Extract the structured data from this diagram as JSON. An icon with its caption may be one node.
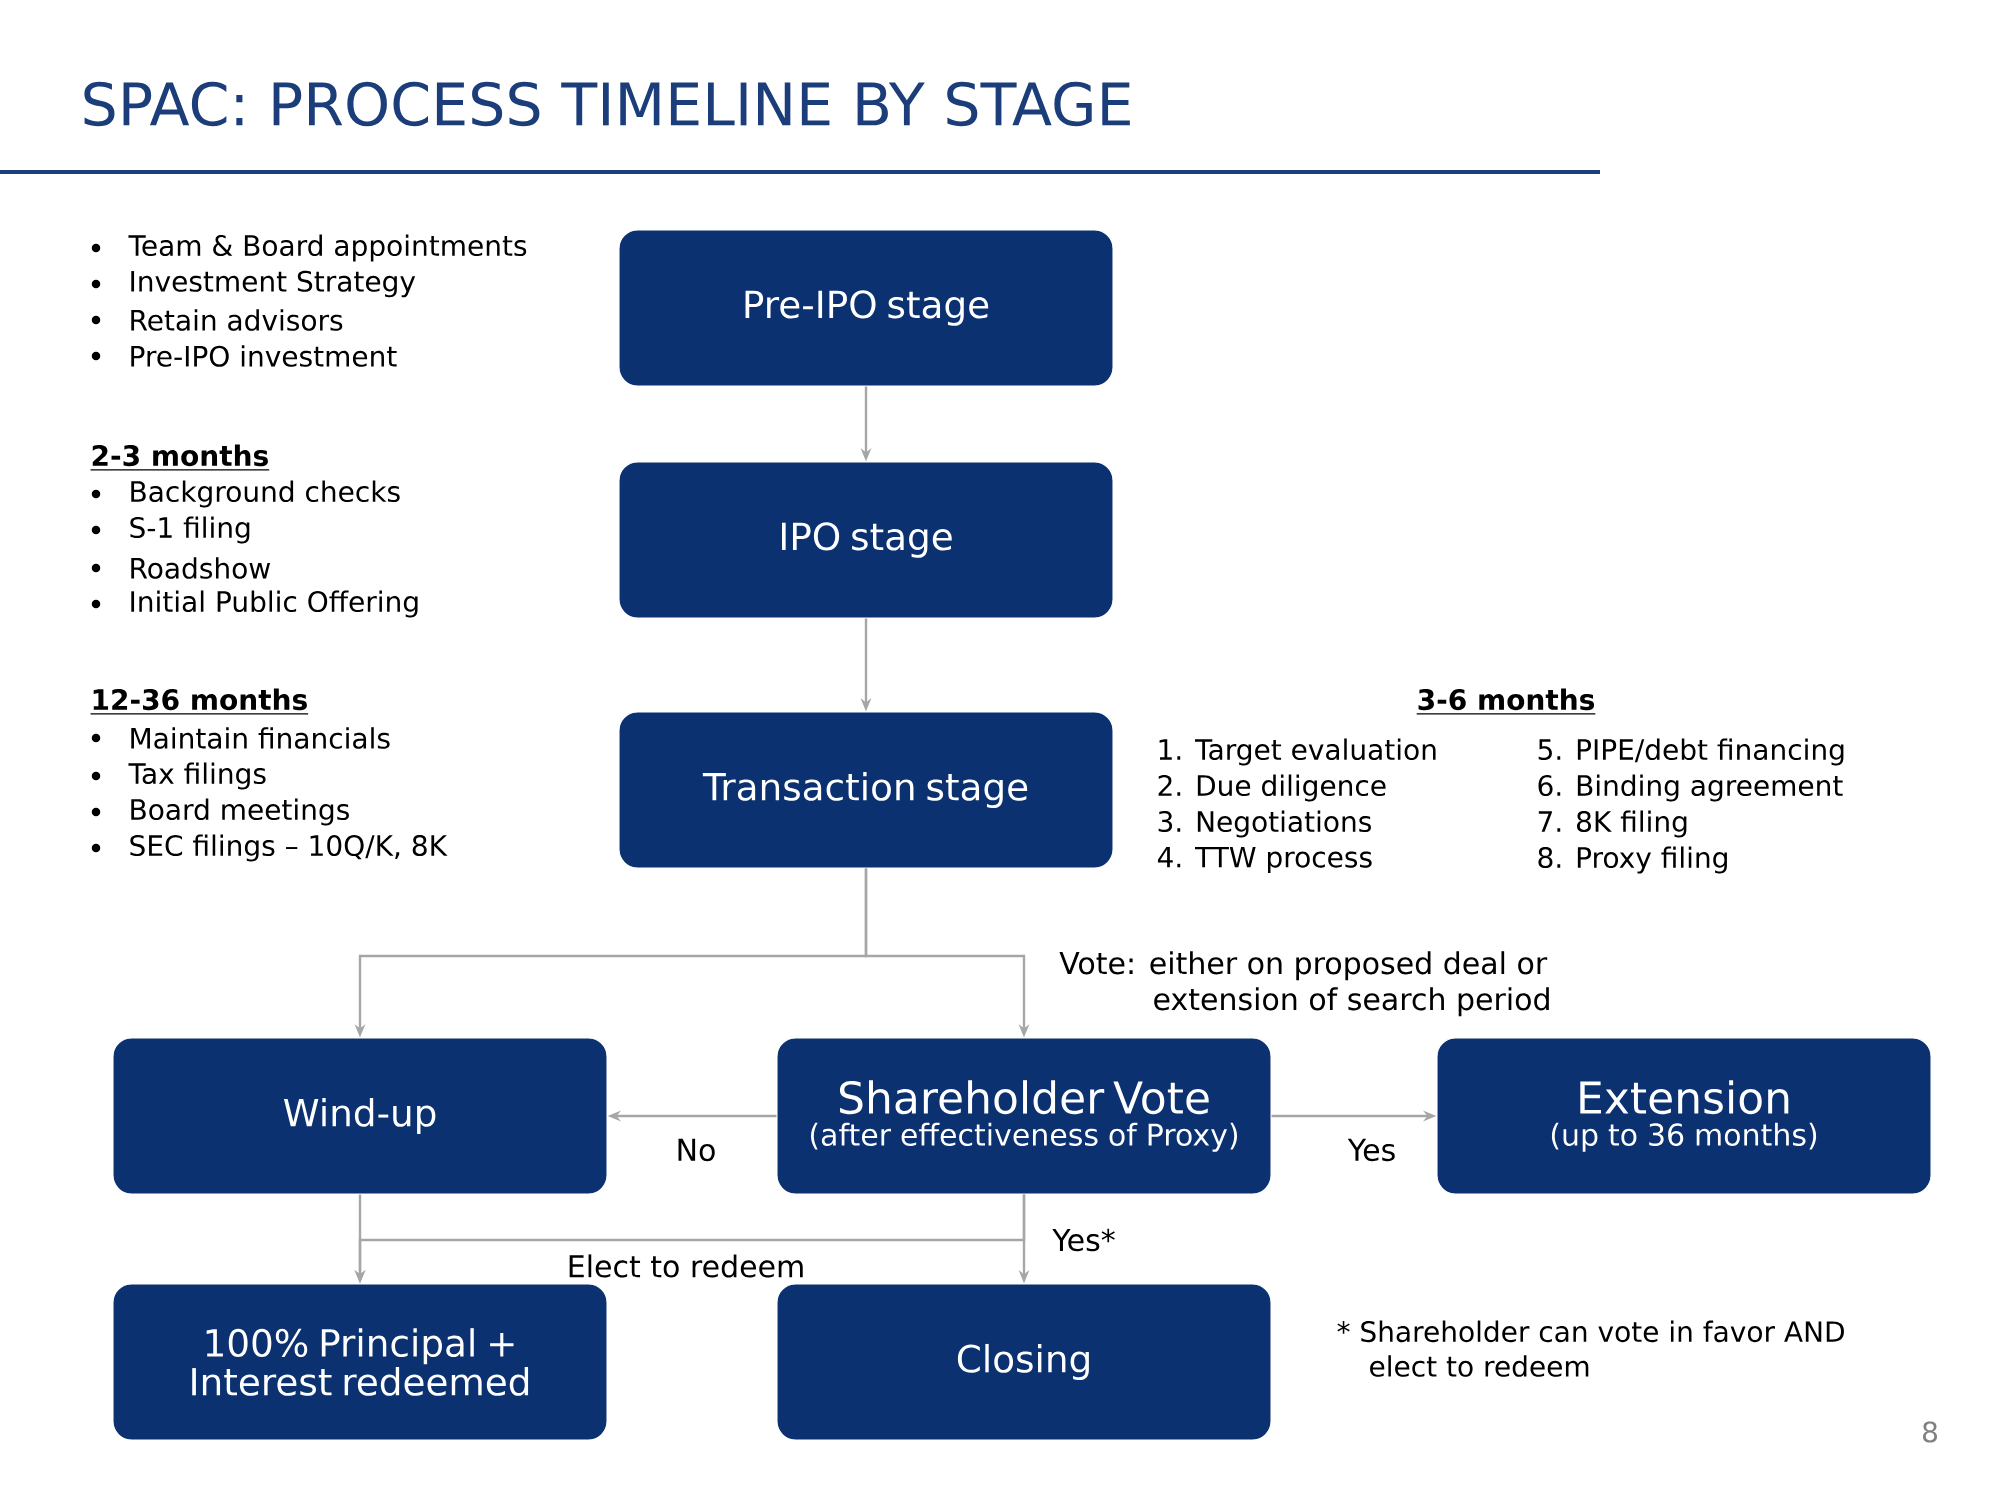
{
  "diagram": {
    "title": "SPAC: PROCESS TIMELINE BY STAGE",
    "nodes": [
      {
        "text": [
          "Pre-IPO stage"
        ]
      },
      {
        "text": [
          "IPO stage"
        ]
      },
      {
        "text": [
          "Transaction stage"
        ]
      },
      {
        "text": [
          "Wind-up"
        ]
      },
      {
        "text": [
          "Shareholder Vote",
          "(after effectiveness of Proxy)"
        ]
      },
      {
        "text": [
          "Extension",
          "(up to 36 months)"
        ]
      },
      {
        "text": [
          "100% Principal + Interest redeemed"
        ]
      },
      {
        "text": [
          "Closing"
        ]
      }
    ],
    "edges": [
      {
        "from": 0,
        "to": 1,
        "arrow": "to"
      },
      {
        "from": 1,
        "to": 2,
        "arrow": "to"
      },
      {
        "from": 2,
        "to": 3,
        "arrow": "to"
      },
      {
        "from": 2,
        "to": 4,
        "arrow": "to",
        "label": "Vote: either on proposed deal or extension of search period"
      },
      {
        "from": 4,
        "to": 3,
        "arrow": "to",
        "label": "No"
      },
      {
        "from": 4,
        "to": 5,
        "arrow": "to",
        "label": "Yes"
      },
      {
        "from": 3,
        "to": 6,
        "arrow": "to"
      },
      {
        "from": 4,
        "to": 6,
        "arrow": "to",
        "label": "Elect to redeem"
      },
      {
        "from": 4,
        "to": 7,
        "arrow": "to",
        "label": "Yes*"
      }
    ],
    "labels": [
      "Team & Board appointments",
      "Investment Strategy",
      "Retain advisors",
      "Pre-IPO investment",
      "2-3 months",
      "Background checks",
      "S-1 filing",
      "Roadshow",
      "Initial Public Offering",
      "12-36 months",
      "Maintain financials",
      "Tax filings",
      "Board meetings",
      "SEC filings – 10Q/K, 8K",
      "3-6 months",
      "1. Target evaluation",
      "5. PIPE/debt financing",
      "2. Due diligence",
      "6. Binding agreement",
      "3. Negotiations",
      "7. 8K filing",
      "4. TTW process",
      "8. Proxy filing",
      "* Shareholder can vote in favor AND elect to redeem",
      "8"
    ]
  }
}
